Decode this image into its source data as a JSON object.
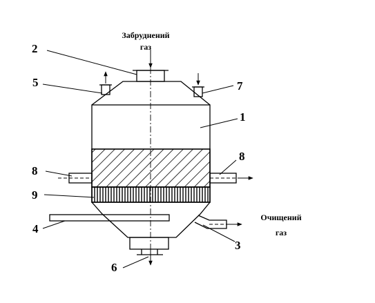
{
  "labels": {
    "inlet_gas_line1": "Забруднений",
    "inlet_gas_line2": "газ",
    "outlet_gas_line1": "Очищений",
    "outlet_gas_line2": "газ"
  },
  "callouts": {
    "n1": "1",
    "n2": "2",
    "n3": "3",
    "n4": "4",
    "n5": "5",
    "n6": "6",
    "n7": "7",
    "n8_left": "8",
    "n8_right": "8",
    "n9": "9"
  },
  "colors": {
    "line": "#000000",
    "background": "#ffffff"
  }
}
